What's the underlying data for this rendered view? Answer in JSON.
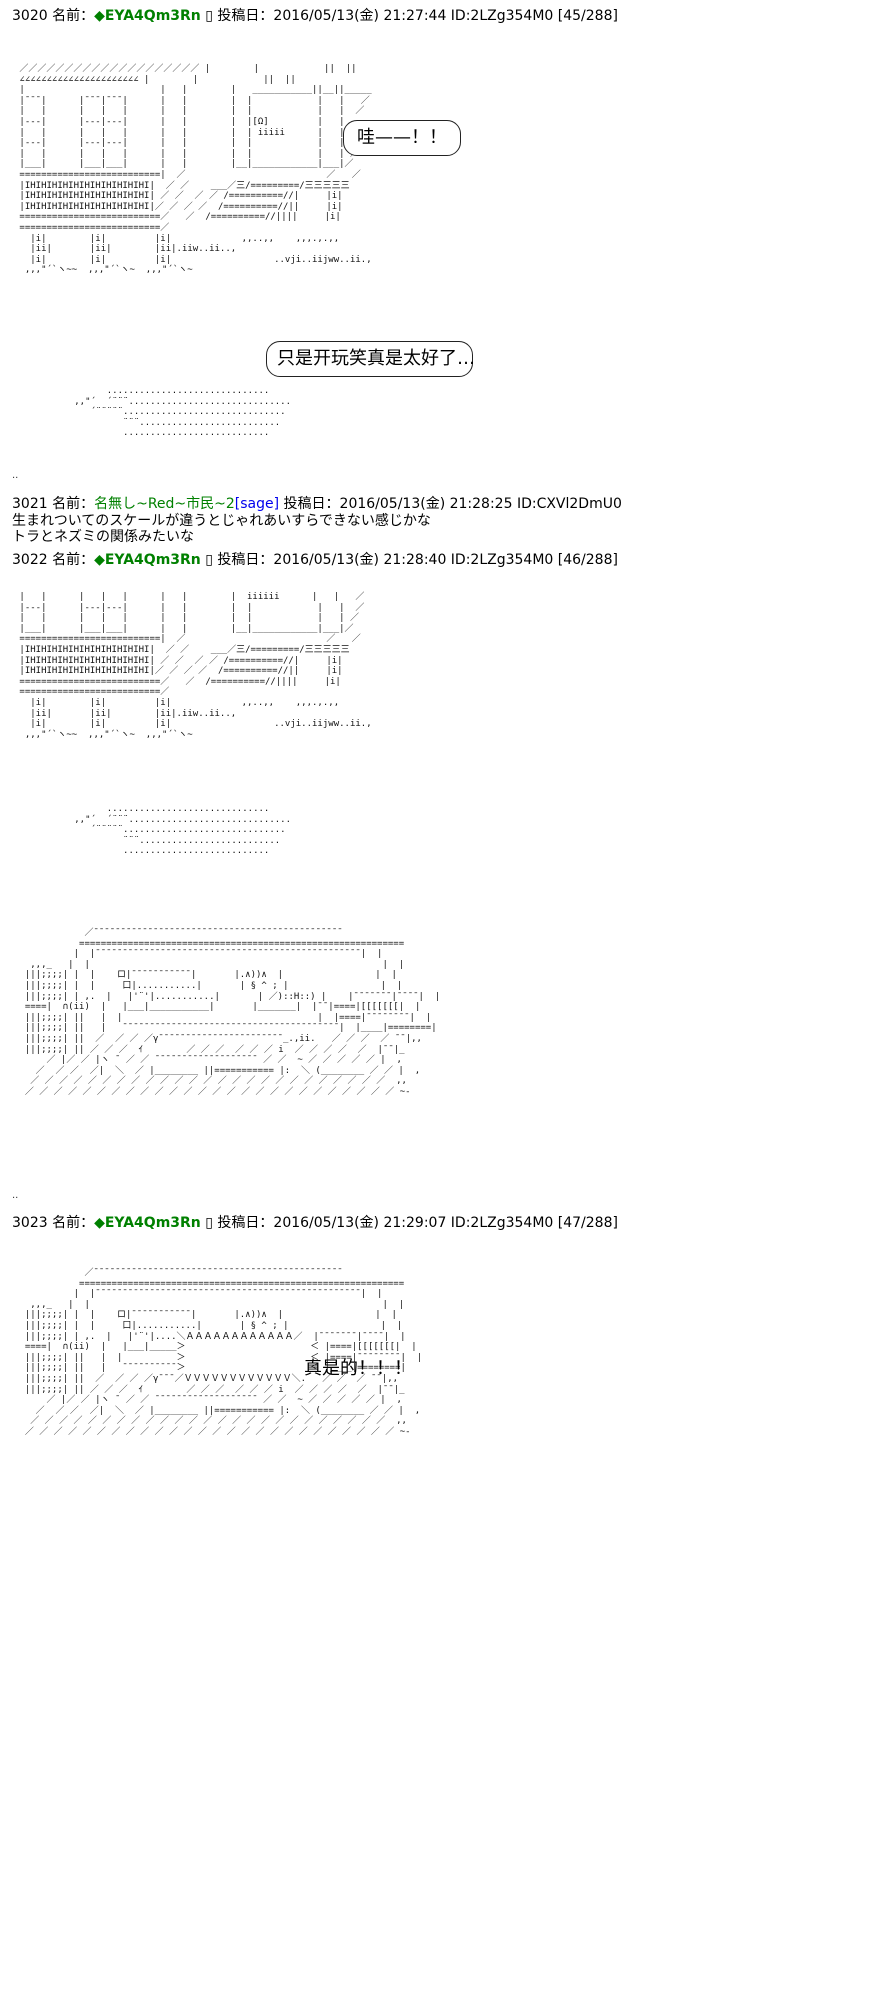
{
  "posts": [
    {
      "number": "3020",
      "label": "名前：",
      "name": "◆EYA4Qm3Rn",
      "box": "▯",
      "meta": "投稿日：2016/05/13(金) 21:27:44 ID:2LZg354M0 [45/288]",
      "bubbles": [
        "哇——！！",
        "只是开玩笑真是太好了…"
      ]
    },
    {
      "number": "3021",
      "label": "名前：",
      "name": "名無し~Red~市民~2",
      "sage": "[sage]",
      "meta": "投稿日：2016/05/13(金) 21:28:25 ID:CXVl2DmU0",
      "lines": [
        "生まれついてのスケールが違うとじゃれあいすらできない感じかな",
        "トラとネズミの関係みたいな"
      ]
    },
    {
      "number": "3022",
      "label": "名前：",
      "name": "◆EYA4Qm3Rn",
      "box": "▯",
      "meta": "投稿日：2016/05/13(金) 21:28:40 ID:2LZg354M0 [46/288]"
    },
    {
      "number": "3023",
      "label": "名前：",
      "name": "◆EYA4Qm3Rn",
      "box": "▯",
      "meta": "投稿日：2016/05/13(金) 21:29:07 ID:2LZg354M0 [47/288]",
      "bubbles": [
        "真是的！！！"
      ]
    }
  ],
  "separators": [
    "..",
    ".."
  ]
}
